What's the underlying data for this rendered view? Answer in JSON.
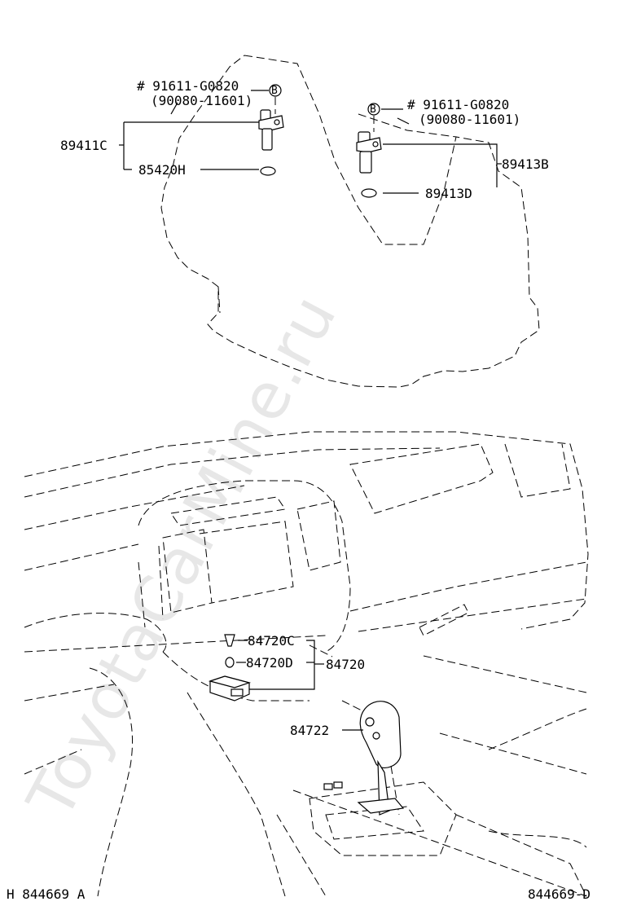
{
  "watermark": "ToyotaCarMine.ru",
  "callouts": {
    "bolt_left_number": "# 91611-G0820",
    "bolt_left_alt": "(90080-11601)",
    "sensor_left_group": "89411C",
    "seal_left": "85420H",
    "bolt_right_number": "# 91611-G0820",
    "bolt_right_alt": "(90080-11601)",
    "sensor_right_group": "89413B",
    "seal_right": "89413D",
    "switch_cap": "84720C",
    "switch_clip": "84720D",
    "switch_assembly": "84720",
    "shift_knob": "84722"
  },
  "footer": {
    "left_code": "H 844669 A",
    "right_code": "844669-D"
  }
}
